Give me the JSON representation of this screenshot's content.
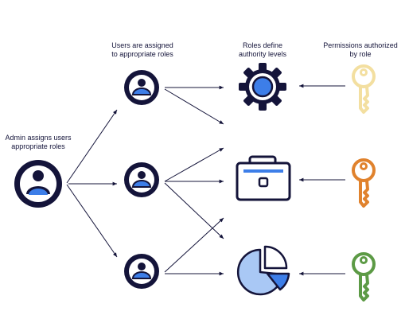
{
  "labels": {
    "admin": [
      "Admin assigns users",
      "appropriate roles"
    ],
    "users": [
      "Users are assigned",
      "to appropriate roles"
    ],
    "roles": [
      "Roles define",
      "authority levels"
    ],
    "permissions": [
      "Permissions authorized",
      "by role"
    ]
  },
  "icons": {
    "admin": "admin-user-icon",
    "users": [
      "user-icon",
      "user-icon",
      "user-icon"
    ],
    "roles": [
      "gear-icon",
      "briefcase-icon",
      "pie-chart-icon"
    ],
    "keys": [
      "key-icon",
      "key-icon",
      "key-icon"
    ]
  },
  "colors": {
    "navy": "#14143a",
    "blue": "#3d7ee8",
    "light_blue": "#a9c8f5",
    "key_yellow": "#f3dfa0",
    "key_orange": "#e0822d",
    "key_green": "#5c9a45"
  }
}
